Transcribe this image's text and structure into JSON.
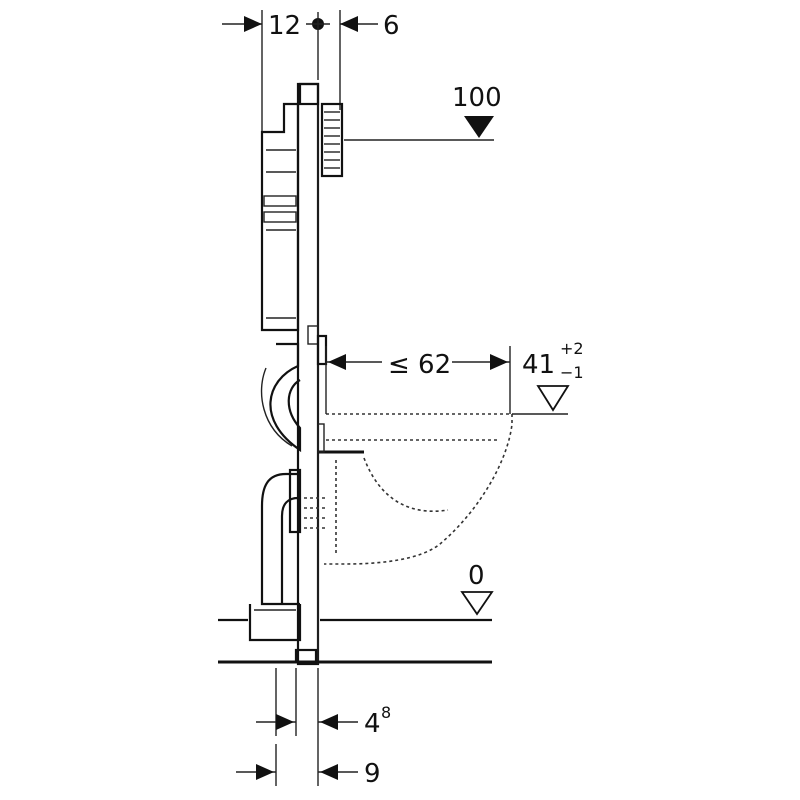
{
  "dimensions": {
    "top_left": "12",
    "top_right": "6",
    "height_marker": "100",
    "depth": "≤ 62",
    "bowl_height": "41",
    "bowl_tol_plus": "+2",
    "bowl_tol_minus": "−1",
    "floor_level": "0",
    "bottom_upper": "4",
    "bottom_upper_sup": "8",
    "bottom_lower": "9"
  }
}
